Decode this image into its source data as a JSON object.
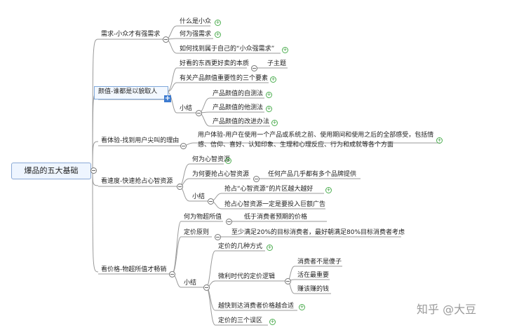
{
  "mindmap": {
    "root": "爆品的五大基础",
    "b1": {
      "title": "需求-小众才有强需求",
      "items": [
        "什么是小众",
        "何为强需求",
        "如何找到属于自己的“小众强需求”"
      ]
    },
    "b2": {
      "title": "颜值-谁都是以貌取人",
      "essence": "好看的东西更好卖的本质",
      "essence_note": "子主题",
      "elements": "有关产品颜值重要性的三个要素",
      "summary_label": "小结",
      "summary_items": [
        "产品颜值的自测法",
        "产品颜值的他测法",
        "产品颜值的改进办法"
      ]
    },
    "b3": {
      "title": "看体验-找到用户尖叫的理由",
      "text_line1": "用户体验-用户在使用一个产品或系统之前、使用期间和使用之后的全部感受，包括情",
      "text_line2": "感、信仰、喜好、认知印象、生理和心理反应、行为和成就等各个方面"
    },
    "b4": {
      "title": "看速度-快速抢占心智资源",
      "what": "何为心智资源",
      "why": "为何要抢占心智资源",
      "why_note": "任何产品几乎都有多个品牌提供",
      "summary_label": "小结",
      "summary_items": [
        "抢占“心智资源”的片区越大越好",
        "抢占心智资源一定是要投入巨额广告"
      ]
    },
    "b5": {
      "title": "看价格-物超所值才畅销",
      "worth": "何为物超所值",
      "worth_note": "低于消费者预期的价格",
      "principle": "定价原则",
      "principle_note": "至少满足20%的目标消费者，最好朝满足80%目标消费者考虑",
      "summary_label": "小结",
      "methods": "定价的几种方式",
      "micro": "微利时代的定价逻辑",
      "micro_items": [
        "消费者不是傻子",
        "活在最重要",
        "赚该赚的钱"
      ],
      "fast": "越快到达消费者价格越合适",
      "mistakes": "定价的三个误区"
    }
  },
  "watermark": "知乎 @大豆",
  "colors": {
    "line": "#9a9a9a",
    "plus": "#4caf50",
    "selected": "#3d7bd0"
  }
}
